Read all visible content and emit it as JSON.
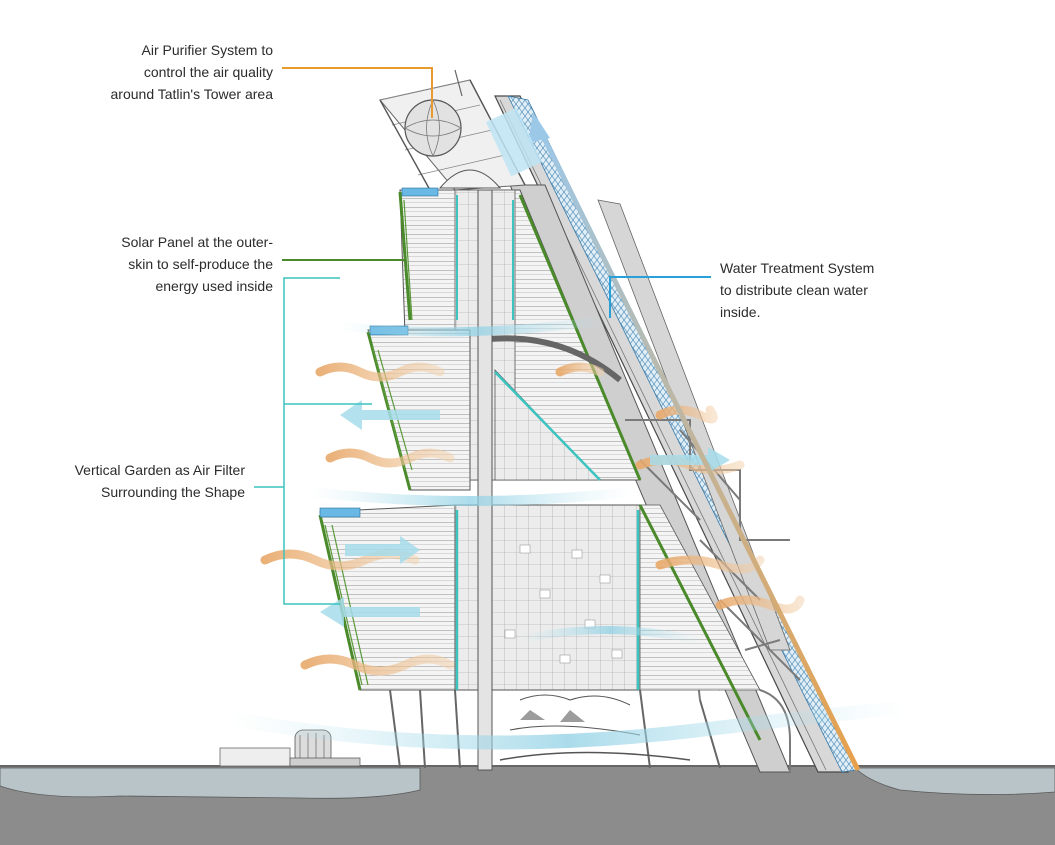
{
  "annotations": {
    "air_purifier": "Air Purifier System to\ncontrol the air quality\naround Tatlin's Tower area",
    "solar_panel": "Solar Panel at the outer-\nskin to self-produce the\nenergy used inside",
    "vertical_garden": "Vertical Garden as Air Filter\nSurrounding the Shape",
    "water_treatment": "Water Treatment System\nto distribute clean water\ninside."
  },
  "colors": {
    "air_purifier_leader": "#e89a2c",
    "solar_leader": "#4a8a2a",
    "garden_leader": "#3cc4c0",
    "water_leader": "#2aa0d8",
    "ground": "#8c8c8c",
    "water_surface": "#b8c4c8",
    "structure": "#6f6f6f",
    "warm_air": "#e8a86a",
    "clean_air": "#8fd0e4"
  }
}
